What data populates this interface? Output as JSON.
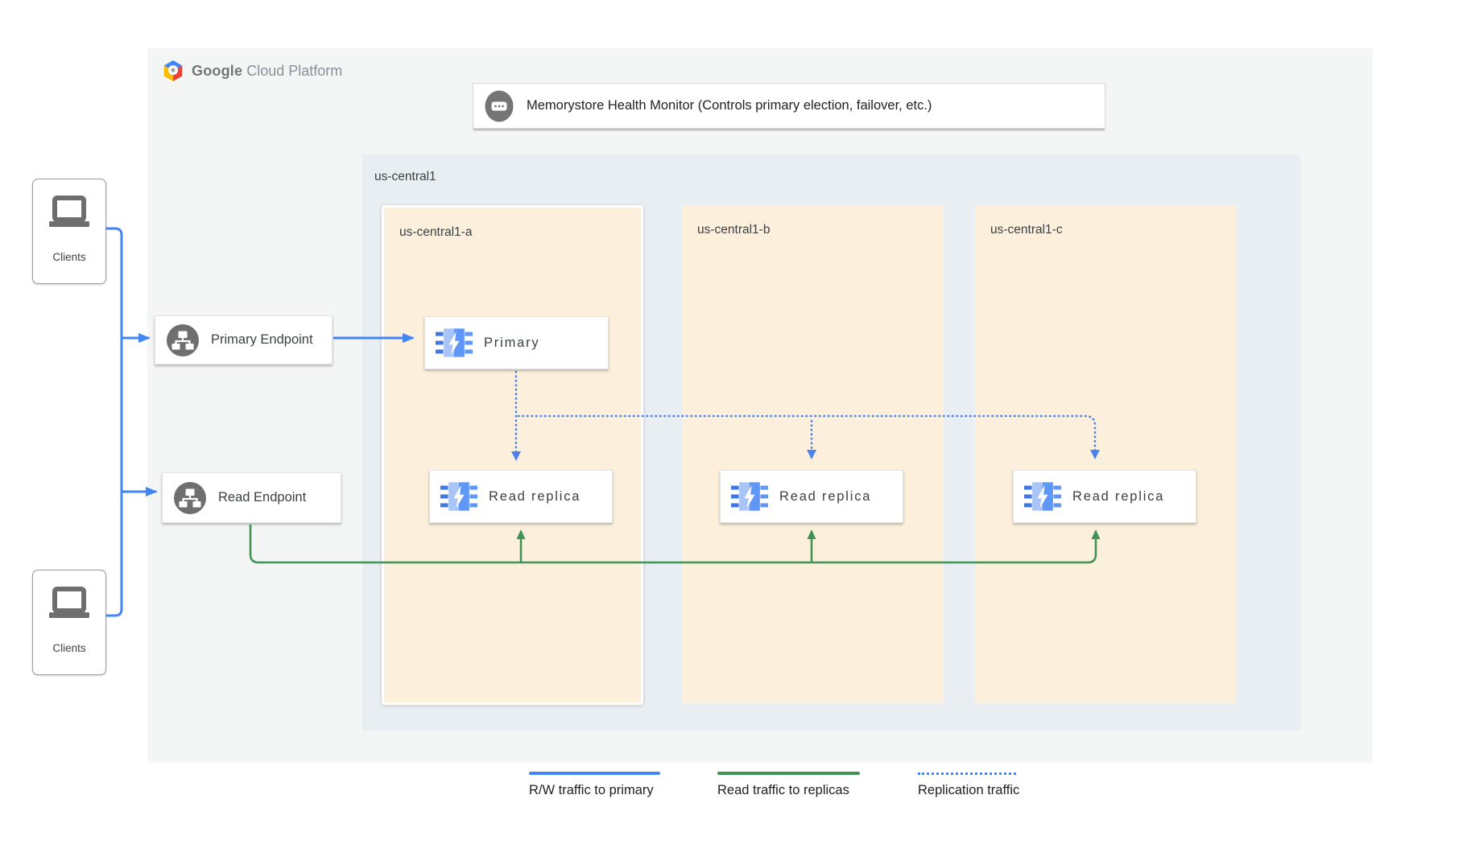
{
  "brand": {
    "name_bold": "Google",
    "name_light": "Cloud Platform"
  },
  "health_monitor": {
    "label": "Memorystore Health Monitor (Controls primary election, failover, etc.)",
    "icon": "chat-dots-icon"
  },
  "clients_top": {
    "label": "Clients",
    "icon": "laptop-icon"
  },
  "clients_bottom": {
    "label": "Clients",
    "icon": "laptop-icon"
  },
  "endpoints": {
    "primary": {
      "label": "Primary Endpoint",
      "icon": "network-icon"
    },
    "read": {
      "label": "Read Endpoint",
      "icon": "network-icon"
    }
  },
  "region": {
    "label": "us-central1",
    "zones": [
      {
        "label": "us-central1-a"
      },
      {
        "label": "us-central1-b"
      },
      {
        "label": "us-central1-c"
      }
    ]
  },
  "nodes": {
    "primary": {
      "label": "Primary",
      "icon": "memorystore-icon"
    },
    "replicas": [
      {
        "label": "Read replica",
        "icon": "memorystore-icon"
      },
      {
        "label": "Read replica",
        "icon": "memorystore-icon"
      },
      {
        "label": "Read replica",
        "icon": "memorystore-icon"
      }
    ]
  },
  "legend": {
    "items": [
      {
        "label": "R/W traffic to primary",
        "style": "solid",
        "color": "#4285f4"
      },
      {
        "label": "Read traffic to replicas",
        "style": "solid",
        "color": "#3f9455"
      },
      {
        "label": "Replication traffic",
        "style": "dotted",
        "color": "#4285f4"
      }
    ]
  },
  "colors": {
    "rw_traffic_blue": "#4285f4",
    "read_traffic_green": "#3f9455",
    "replication_blue": "#4c82ee",
    "zone_fill": "#fcf0dc",
    "region_fill": "#e9eef2",
    "panel_fill": "#f4f5f5",
    "icon_gray": "#6f6f6f"
  }
}
